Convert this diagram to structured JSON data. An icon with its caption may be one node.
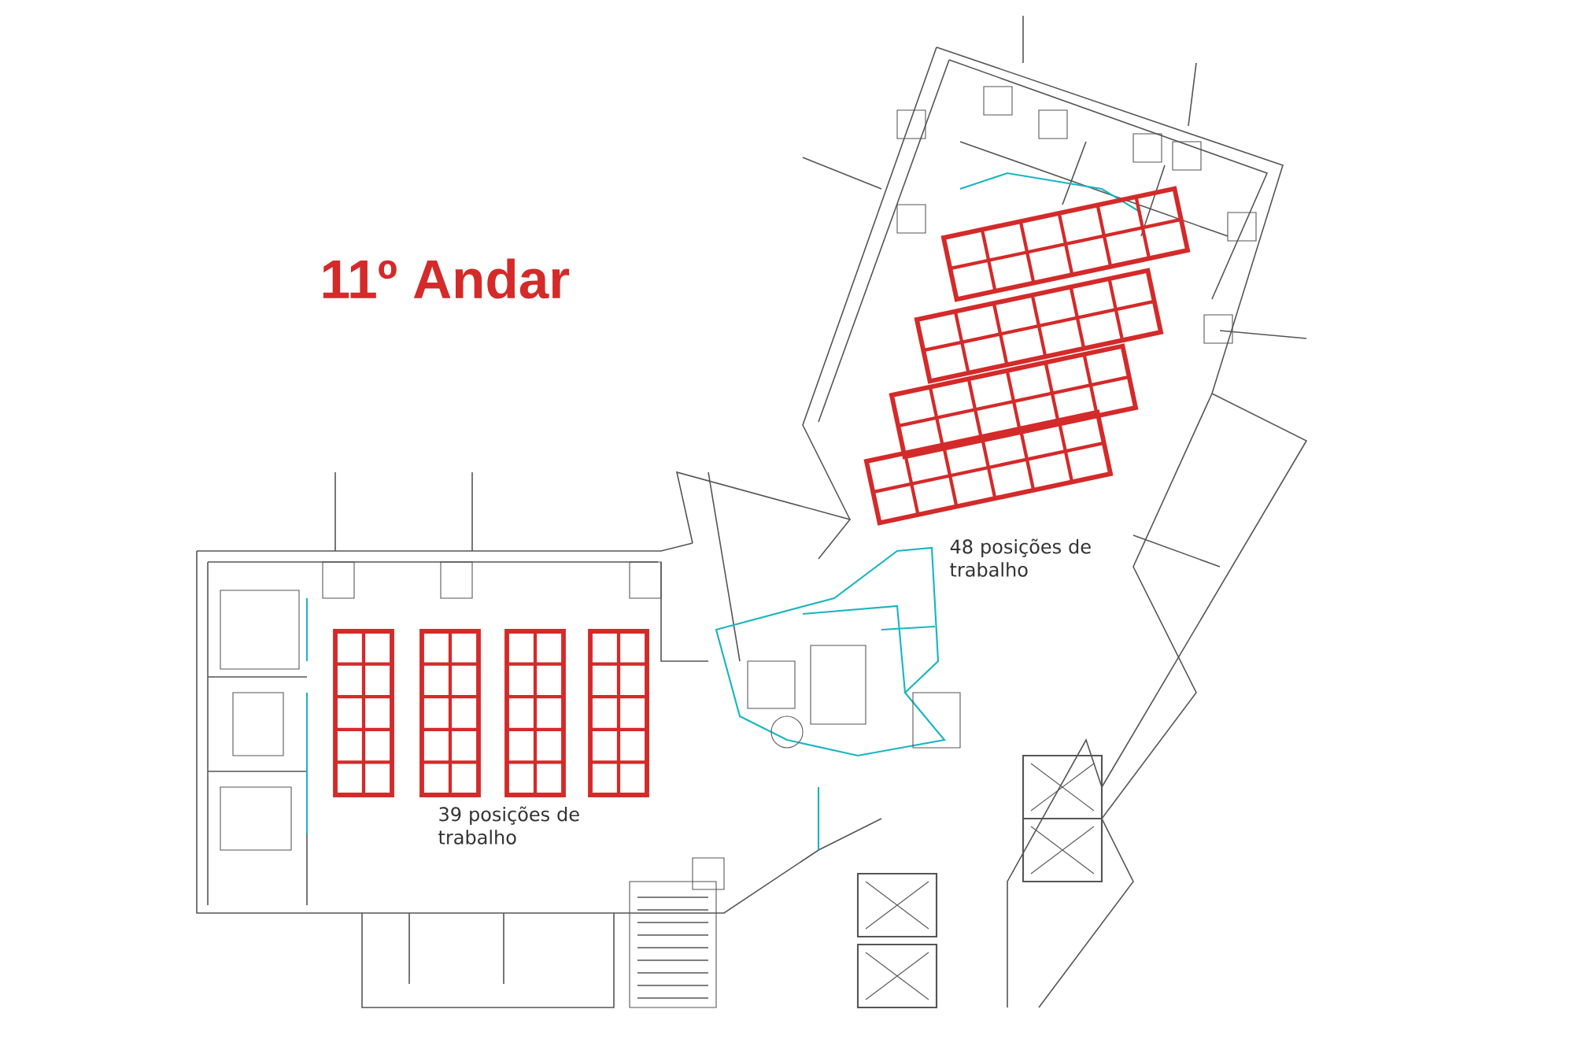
{
  "diagram": {
    "title": "11º Andar",
    "labels": [
      "48 posições de trabalho",
      "39 posições de trabalho"
    ]
  }
}
